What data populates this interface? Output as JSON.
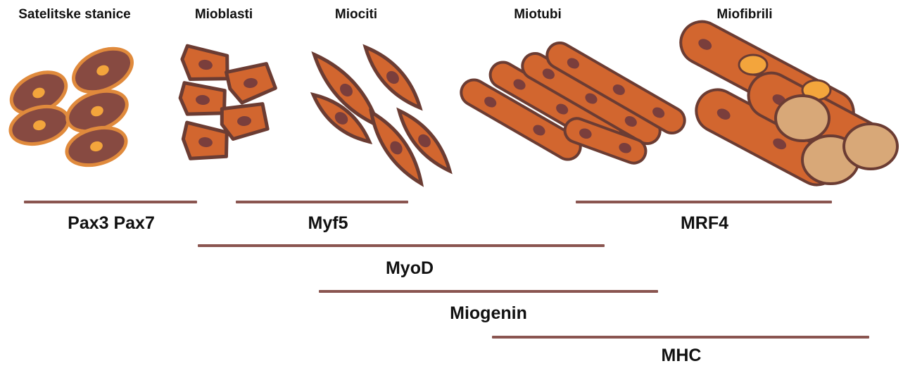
{
  "stages": [
    {
      "id": "satellite",
      "label": "Satelitske stanice"
    },
    {
      "id": "myoblasts",
      "label": "Mioblasti"
    },
    {
      "id": "myocytes",
      "label": "Miociti"
    },
    {
      "id": "myotubes",
      "label": "Miotubi"
    },
    {
      "id": "myofibrils",
      "label": "Miofibrili"
    }
  ],
  "markers": [
    {
      "id": "pax",
      "label": "Pax3 Pax7"
    },
    {
      "id": "myf5",
      "label": "Myf5"
    },
    {
      "id": "mrf4",
      "label": "MRF4"
    },
    {
      "id": "myod",
      "label": "MyoD"
    },
    {
      "id": "myogenin",
      "label": "Miogenin"
    },
    {
      "id": "mhc",
      "label": "MHC"
    }
  ],
  "colors": {
    "cell_fill": "#d2662f",
    "cell_outline": "#6b3c33",
    "nucleus": "#7a3e3c",
    "satellite_fill": "#874a41",
    "satellite_outline": "#e08a3c",
    "satellite_nucleus": "#f3a53c",
    "cross_section": "#d8a878",
    "bar": "#8a5550"
  }
}
